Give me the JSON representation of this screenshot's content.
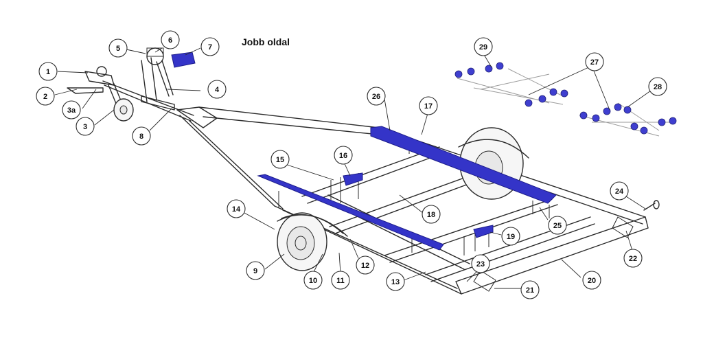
{
  "title": "Jobb oldal",
  "colors": {
    "bunk": "#3434c8",
    "frame": "#2b2b2b",
    "background": "#ffffff"
  },
  "callouts": [
    "1",
    "2",
    "3a",
    "3",
    "4",
    "5",
    "6",
    "7",
    "8",
    "9",
    "10",
    "11",
    "12",
    "13",
    "14",
    "15",
    "16",
    "17",
    "18",
    "19",
    "20",
    "21",
    "22",
    "23",
    "24",
    "25",
    "26",
    "27",
    "28",
    "29"
  ]
}
